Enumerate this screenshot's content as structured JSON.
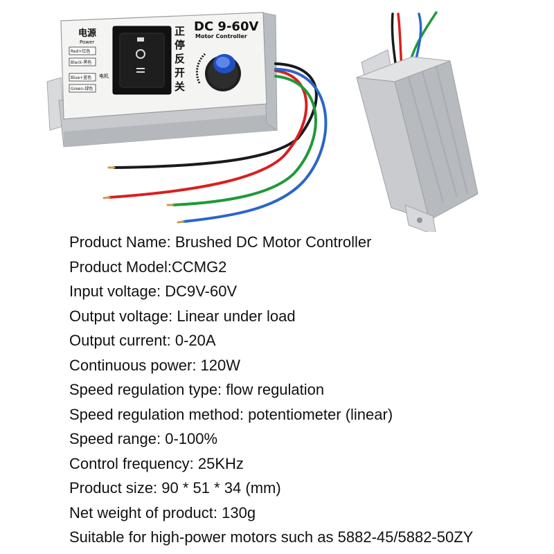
{
  "product_photo": {
    "front_panel": {
      "voltage_label": "DC 9-60V",
      "subtitle": "Motor Controller",
      "power_label_cn": "电源",
      "power_label_en": "Power",
      "switch_label_cn": "正停反开关",
      "motor_label_cn": "电机",
      "wire_labels": [
        "Red+红色",
        "Black-黑色",
        "Blue+蓝色",
        "Green-绿色"
      ]
    },
    "wire_colors": {
      "black": "#1a1a1a",
      "red": "#d7201f",
      "green": "#1f9a3a",
      "blue": "#2a66c9"
    },
    "knob_color": "#1f4fc2"
  },
  "specs": [
    "Product Name: Brushed DC Motor Controller",
    "Product Model:CCMG2",
    "Input voltage: DC9V-60V",
    "Output voltage: Linear under load",
    "Output current: 0-20A",
    "Continuous power: 120W",
    "Speed regulation type: flow regulation",
    "Speed regulation method: potentiometer (linear)",
    "Speed range: 0-100%",
    "Control frequency: 25KHz",
    "Product size: 90 * 51 * 34 (mm)",
    "Net weight of product: 130g",
    "Suitable for high-power motors such as 5882-45/5882-50ZY"
  ]
}
